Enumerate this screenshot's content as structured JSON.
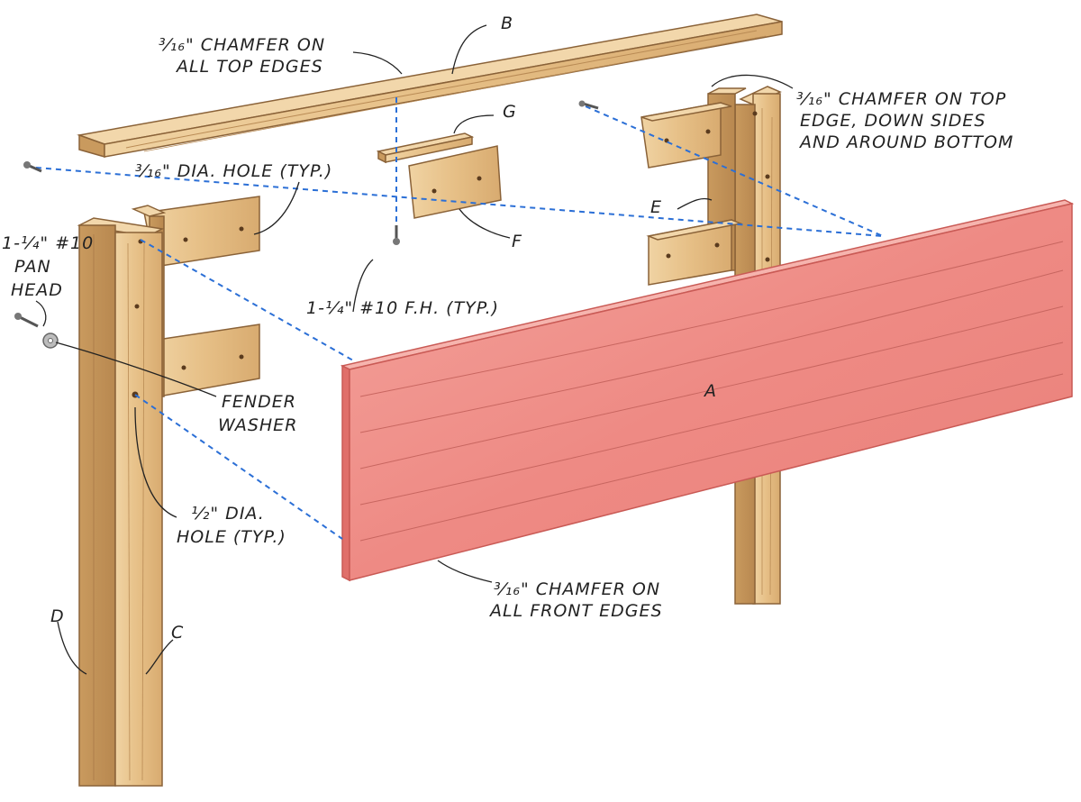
{
  "diagram": {
    "colors": {
      "wood": "#e8c48f",
      "wood_dark": "#c99a5e",
      "wood_edge": "#a9794a",
      "panel": "#ef8c86",
      "panel_dark": "#e06f6a",
      "panel_edge": "#c95a55",
      "guide": "#2b6fd6",
      "ink": "#222222"
    },
    "parts": {
      "a": "A",
      "b": "B",
      "c": "C",
      "d": "D",
      "e": "E",
      "f": "F",
      "g": "G"
    },
    "callouts": {
      "top_chamfer": [
        "³⁄₁₆\" CHAMFER ON",
        "ALL TOP EDGES"
      ],
      "right_chamfer": [
        "³⁄₁₆\" CHAMFER ON TOP",
        "EDGE, DOWN SIDES",
        "AND AROUND BOTTOM"
      ],
      "hole_small": "³⁄₁₆\" DIA. HOLE (TYP.)",
      "pan_head": [
        "1-¹⁄₄\" #10",
        "PAN",
        "HEAD"
      ],
      "fh_screw": "1-¹⁄₄\" #10 F.H. (TYP.)",
      "fender_washer": [
        "FENDER",
        "WASHER"
      ],
      "hole_large": [
        "¹⁄₂\" DIA.",
        "HOLE (TYP.)"
      ],
      "front_chamfer": [
        "³⁄₁₆\" CHAMFER ON",
        "ALL FRONT EDGES"
      ]
    }
  }
}
